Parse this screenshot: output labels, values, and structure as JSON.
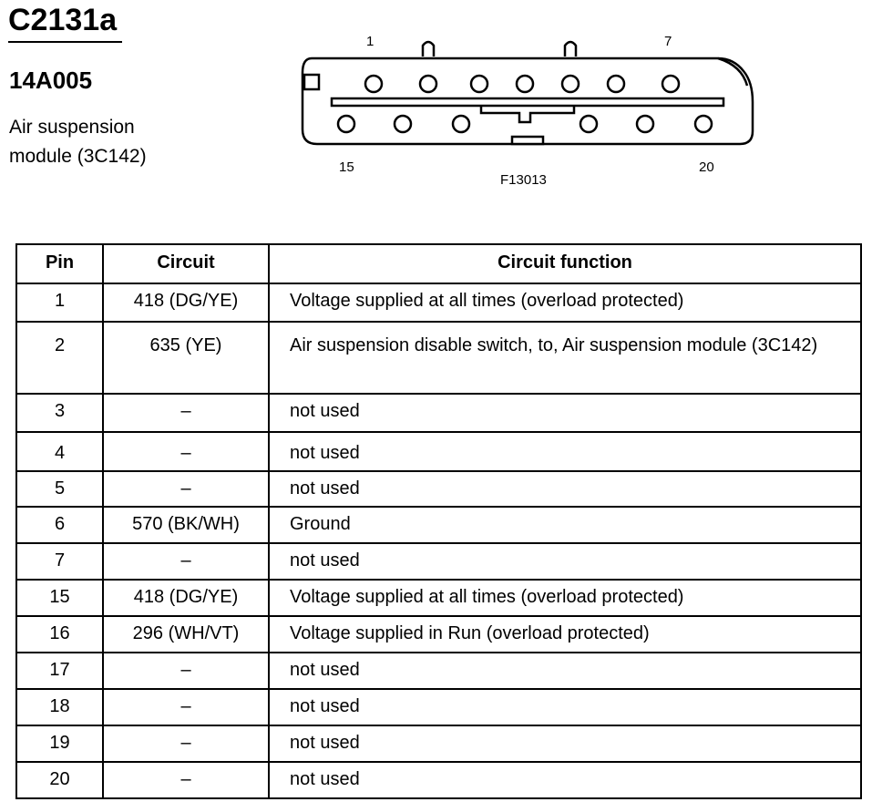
{
  "header": {
    "connector_id": "C2131a",
    "part_number": "14A005",
    "description": "Air suspension module (3C142)"
  },
  "diagram": {
    "pin_label_1": "1",
    "pin_label_7": "7",
    "pin_label_15": "15",
    "pin_label_20": "20",
    "figure_id": "F13013"
  },
  "table": {
    "headers": {
      "pin": "Pin",
      "circuit": "Circuit",
      "function": "Circuit function"
    },
    "rows": [
      {
        "pin": "1",
        "circuit": "418 (DG/YE)",
        "function": "Voltage supplied at all times (overload protected)"
      },
      {
        "pin": "2",
        "circuit": "635 (YE)",
        "function": "Air suspension disable switch, to, Air suspension module (3C142)"
      },
      {
        "pin": "3",
        "circuit": "–",
        "function": "not used"
      },
      {
        "pin": "4",
        "circuit": "–",
        "function": "not used"
      },
      {
        "pin": "5",
        "circuit": "–",
        "function": "not used"
      },
      {
        "pin": "6",
        "circuit": "570 (BK/WH)",
        "function": "Ground"
      },
      {
        "pin": "7",
        "circuit": "–",
        "function": "not used"
      },
      {
        "pin": "15",
        "circuit": "418 (DG/YE)",
        "function": "Voltage supplied at all times (overload protected)"
      },
      {
        "pin": "16",
        "circuit": "296 (WH/VT)",
        "function": "Voltage supplied in Run (overload protected)"
      },
      {
        "pin": "17",
        "circuit": "–",
        "function": "not used"
      },
      {
        "pin": "18",
        "circuit": "–",
        "function": "not used"
      },
      {
        "pin": "19",
        "circuit": "–",
        "function": "not used"
      },
      {
        "pin": "20",
        "circuit": "–",
        "function": "not used"
      }
    ]
  }
}
